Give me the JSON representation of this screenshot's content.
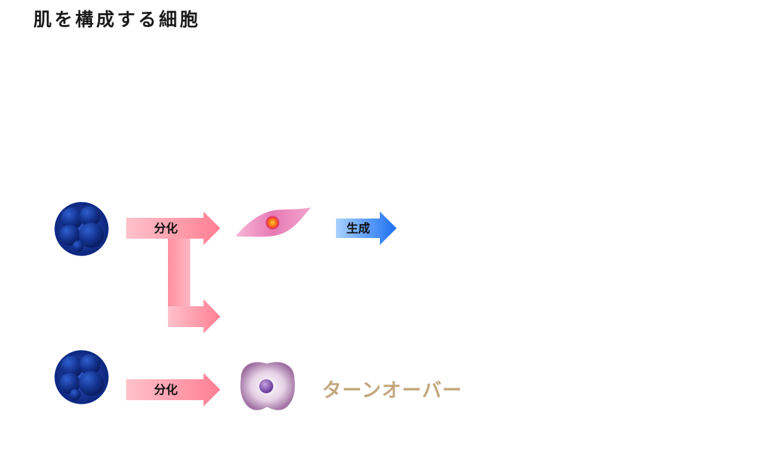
{
  "title": "肌を構成する細胞",
  "arrows": {
    "top_label": "分化",
    "bottom_label": "分化",
    "generate_label": "生成"
  },
  "turnover_label": "ターンオーバー",
  "icons": [
    "stem-cell-icon",
    "fibroblast-icon",
    "keratinocyte-icon"
  ],
  "colors": {
    "stem_cell": "#1a3a9a",
    "pink_arrow": "#ff8fa0",
    "blue_arrow": "#2a80f0",
    "fibroblast": "#e87ab8",
    "keratinocyte": "#a87aa8",
    "turnover_text": "#c4a77e"
  }
}
